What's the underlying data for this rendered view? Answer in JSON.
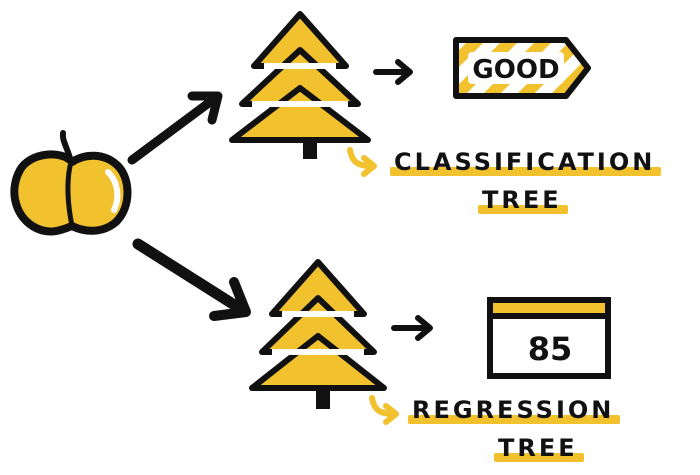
{
  "colors": {
    "ink": "#111111",
    "accent": "#F2C12E",
    "paper": "#ffffff"
  },
  "input": {
    "icon": "apple-icon"
  },
  "branches": [
    {
      "icon": "tree-icon",
      "output_icon": "tag-icon",
      "output_value": "GOOD",
      "label_line1": "CLASSIFICATION",
      "label_line2": "TREE"
    },
    {
      "icon": "tree-icon",
      "output_icon": "window-icon",
      "output_value": "85",
      "label_line1": "REGRESSION",
      "label_line2": "TREE"
    }
  ]
}
